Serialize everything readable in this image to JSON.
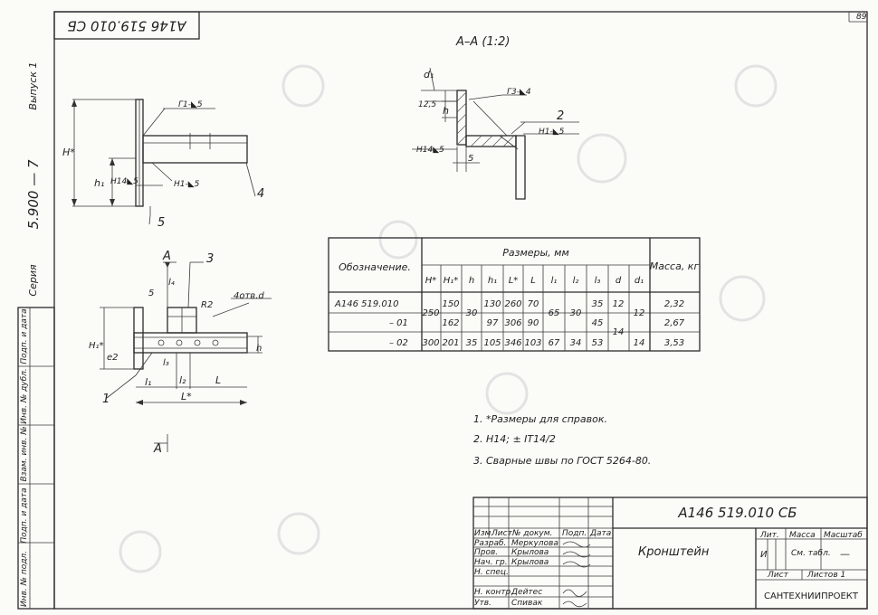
{
  "sheet": {
    "page_number": "89",
    "designation_top": "А146 519.010 СБ",
    "side_vypusk": "Выпуск 1",
    "side_series_no": "5.900 — 7",
    "side_series_label": "Серия",
    "side_stamp_labels": [
      "Инв. № подл.",
      "Подп. и дата",
      "Взам. инв. №",
      "Инв. № дубл.",
      "Подп. и дата"
    ]
  },
  "section": {
    "title": "А–А (1:2)",
    "labels": {
      "d1": "d₁",
      "dim_12_5": "12,5",
      "h": "h",
      "weld_g3": "Г3-◣4",
      "leader_2": "2",
      "weld_n1": "Н1-◣5",
      "weld_n14": "Н14◣5",
      "dim_5": "5"
    }
  },
  "side_view": {
    "labels": {
      "H_star": "H*",
      "weld_g1": "Г1-◣5",
      "h1": "h₁",
      "weld_n14": "Н14◣5",
      "weld_n1": "Н1-◣5",
      "leader_4": "4",
      "leader_5": "5"
    }
  },
  "plan_view": {
    "labels": {
      "A_top": "А",
      "A_bottom": "А",
      "leader_3": "3",
      "dim_5": "5",
      "l4": "l₄",
      "R2": "R2",
      "holes": "4отв.d",
      "H1_star": "H₁*",
      "h": "h",
      "dim_e2": "e2",
      "l3": "l₃",
      "l1": "l₁",
      "l2": "l₂",
      "L": "L",
      "L_star": "L*",
      "leader_1": "1"
    }
  },
  "dimension_table": {
    "col_designation": "Обозначение.",
    "group_header": "Размеры, мм",
    "col_mass": "Масса, кг",
    "subheaders": [
      "H*",
      "H₁*",
      "h",
      "h₁",
      "L*",
      "L",
      "l₁",
      "l₂",
      "l₃",
      "d",
      "d₁"
    ],
    "rows": [
      {
        "designation": "А146 519.010",
        "H": "",
        "H1": "150",
        "h": "",
        "h1": "130",
        "L": "260",
        "Lc": "70",
        "l1": "",
        "l2": "",
        "l3": "35",
        "d": "12",
        "d1": "",
        "mass": "2,32"
      },
      {
        "designation": "– 01",
        "H": "250",
        "H1": "162",
        "h": "30",
        "h1": "97",
        "L": "306",
        "Lc": "90",
        "l1": "65",
        "l2": "30",
        "l3": "45",
        "d": "14",
        "d1": "12",
        "mass": "2,67"
      },
      {
        "designation": "– 02",
        "H": "300",
        "H1": "201",
        "h": "35",
        "h1": "105",
        "L": "346",
        "Lc": "103",
        "l1": "67",
        "l2": "34",
        "l3": "53",
        "d": "",
        "d1": "14",
        "mass": "3,53"
      }
    ]
  },
  "notes": [
    "1. *Размеры для справок.",
    "2. Н14; ± IT14/2",
    "3. Сварные швы по ГОСТ 5264-80."
  ],
  "title_block": {
    "designation": "А146 519.010 СБ",
    "name": "Кронштейн",
    "lit_label": "Лит.",
    "mass_label": "Масса",
    "scale_label": "Масштаб",
    "lit_value": "И",
    "mass_value": "См. табл.",
    "scale_value": "—",
    "sheet_label": "Лист",
    "sheets_label": "Листов 1",
    "org": "САНТЕХНИИПРОЕКТ",
    "change_header": [
      "Изм.",
      "Лист",
      "№ докум.",
      "Подп.",
      "Дата"
    ],
    "roles": [
      {
        "role": "Разраб.",
        "name": "Меркулова"
      },
      {
        "role": "Пров.",
        "name": "Крылова"
      },
      {
        "role": "Нач. гр.",
        "name": "Крылова"
      },
      {
        "role": "Н. спец.",
        "name": ""
      },
      {
        "role": "Н. контр.",
        "name": "Дейтес"
      },
      {
        "role": "Утв.",
        "name": "Спивак"
      }
    ]
  }
}
